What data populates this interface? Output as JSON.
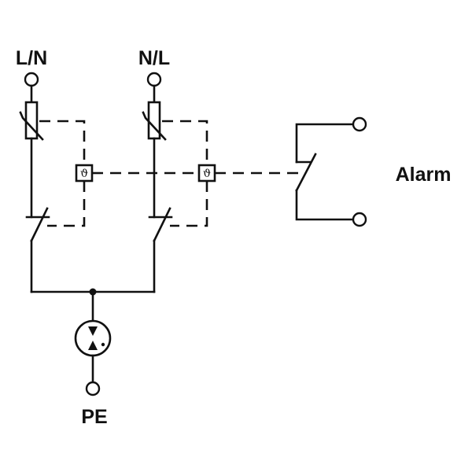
{
  "labels": {
    "terminal_left": "L/N",
    "terminal_right": "N/L",
    "ground": "PE",
    "alarm": "Alarm"
  },
  "thermal_symbol": "ϑ"
}
